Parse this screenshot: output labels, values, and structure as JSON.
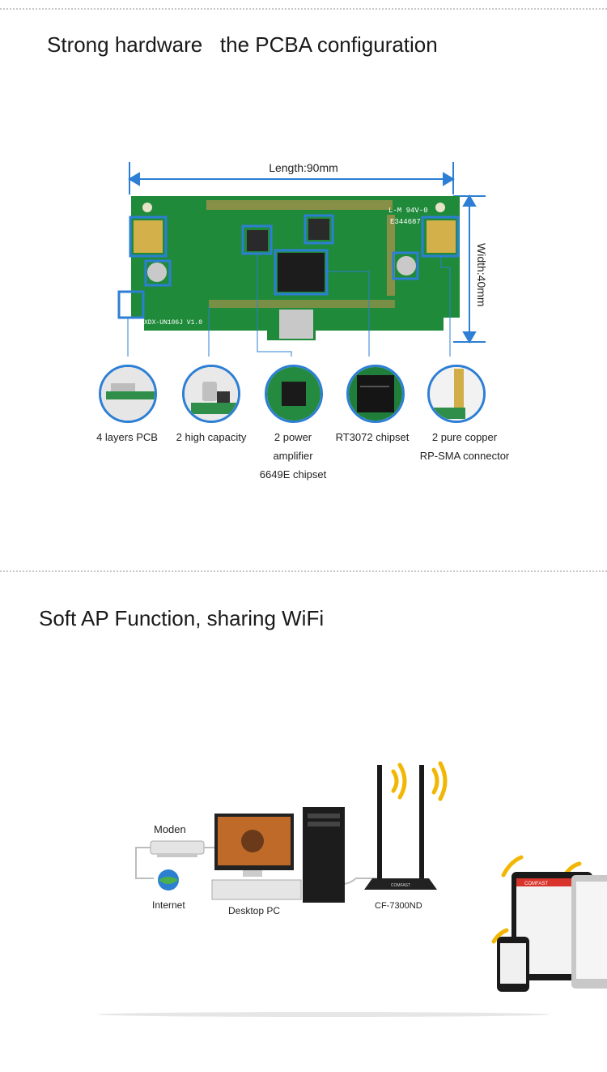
{
  "section1": {
    "title": "Strong hardware   the PCBA configuration",
    "length_label": "Length:90mm",
    "width_label": "Width:40mm",
    "board_text": "XDX-UN106J   V1.0",
    "board_marking": "L-M 94V-0",
    "board_code": "E344687"
  },
  "features": [
    {
      "label": "4 layers PCB",
      "icon": "pcb-layers-icon"
    },
    {
      "label": "2 high capacity",
      "icon": "capacitor-icon"
    },
    {
      "label": "2 power\namplifier\n6649E chipset",
      "icon": "amplifier-chip-icon"
    },
    {
      "label": "RT3072 chipset",
      "icon": "ralink-chip-icon"
    },
    {
      "label": "2 pure copper\nRP-SMA connector",
      "icon": "sma-connector-icon"
    }
  ],
  "section2": {
    "title": "Soft AP Function, sharing WiFi",
    "labels": {
      "modem": "Moden",
      "internet": "Internet",
      "desktop": "Desktop PC",
      "adapter": "CF-7300ND"
    },
    "brand_text": "COMFAST"
  },
  "colors": {
    "accent": "#2c7fd4",
    "pcb_green": "#1f8a3a",
    "wifi_yellow": "#f2b705"
  }
}
